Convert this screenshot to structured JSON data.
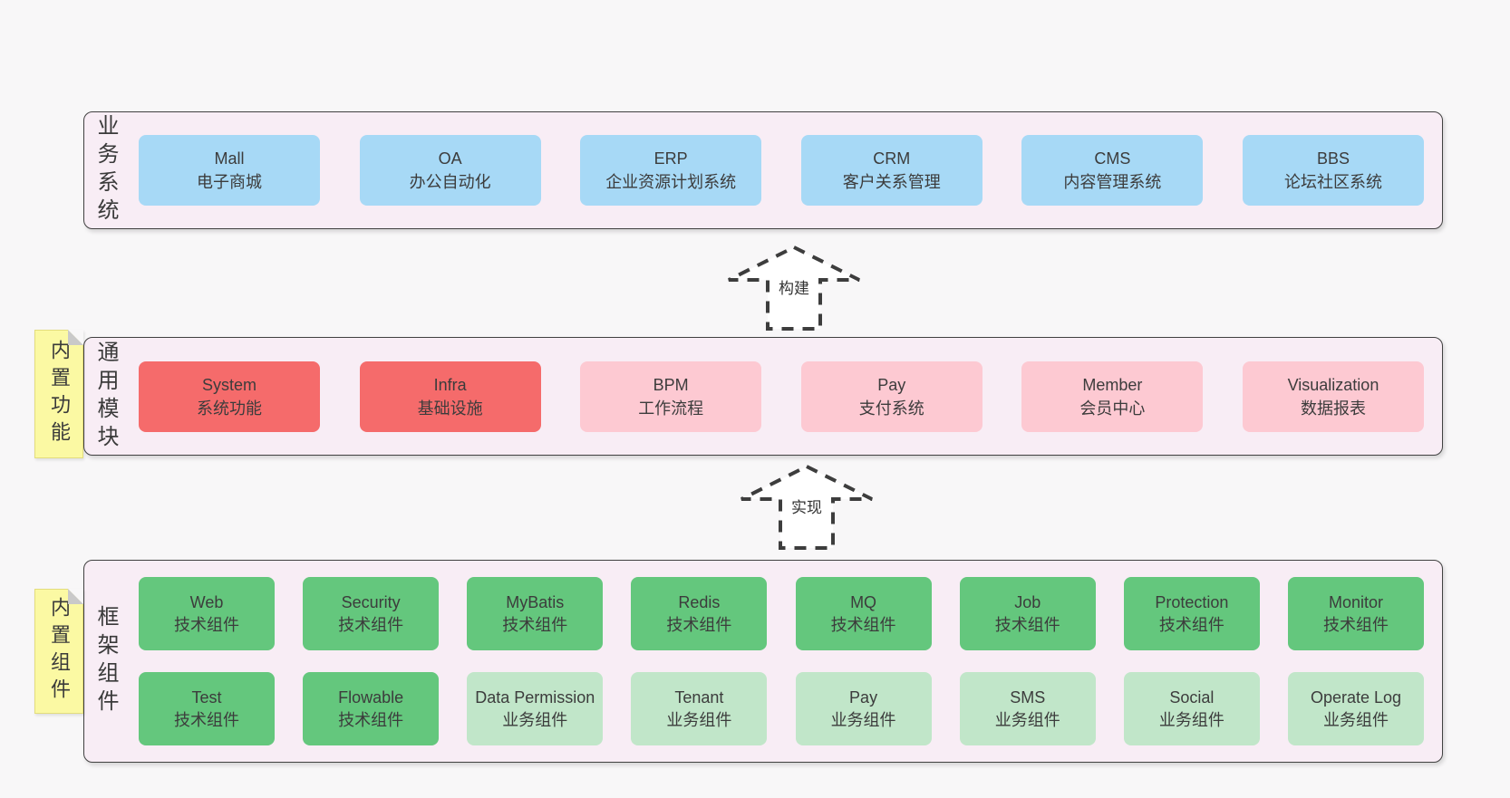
{
  "bands": {
    "business": {
      "label": "业务系统",
      "boxes": [
        {
          "name": "Mall",
          "desc": "电子商城"
        },
        {
          "name": "OA",
          "desc": "办公自动化"
        },
        {
          "name": "ERP",
          "desc": "企业资源计划系统"
        },
        {
          "name": "CRM",
          "desc": "客户关系管理"
        },
        {
          "name": "CMS",
          "desc": "内容管理系统"
        },
        {
          "name": "BBS",
          "desc": "论坛社区系统"
        }
      ]
    },
    "common": {
      "label": "通用模块",
      "sticky": "内置功能",
      "boxes": [
        {
          "name": "System",
          "desc": "系统功能"
        },
        {
          "name": "Infra",
          "desc": "基础设施"
        },
        {
          "name": "BPM",
          "desc": "工作流程"
        },
        {
          "name": "Pay",
          "desc": "支付系统"
        },
        {
          "name": "Member",
          "desc": "会员中心"
        },
        {
          "name": "Visualization",
          "desc": "数据报表"
        }
      ]
    },
    "framework": {
      "label": "框架组件",
      "sticky": "内置组件",
      "rows": [
        [
          {
            "name": "Web",
            "desc": "技术组件"
          },
          {
            "name": "Security",
            "desc": "技术组件"
          },
          {
            "name": "MyBatis",
            "desc": "技术组件"
          },
          {
            "name": "Redis",
            "desc": "技术组件"
          },
          {
            "name": "MQ",
            "desc": "技术组件"
          },
          {
            "name": "Job",
            "desc": "技术组件"
          },
          {
            "name": "Protection",
            "desc": "技术组件"
          },
          {
            "name": "Monitor",
            "desc": "技术组件"
          }
        ],
        [
          {
            "name": "Test",
            "desc": "技术组件"
          },
          {
            "name": "Flowable",
            "desc": "技术组件"
          },
          {
            "name": "Data Permission",
            "desc": "业务组件"
          },
          {
            "name": "Tenant",
            "desc": "业务组件"
          },
          {
            "name": "Pay",
            "desc": "业务组件"
          },
          {
            "name": "SMS",
            "desc": "业务组件"
          },
          {
            "name": "Social",
            "desc": "业务组件"
          },
          {
            "name": "Operate Log",
            "desc": "业务组件"
          }
        ]
      ]
    }
  },
  "arrows": {
    "build": {
      "label": "构建"
    },
    "implement": {
      "label": "实现"
    }
  },
  "colors": {
    "page_bg": "#f8f7f8",
    "band_bg": "#f8edf5",
    "band_border": "#414141",
    "blue_box": "#a7d9f6",
    "red_box": "#f56b6b",
    "pink_box": "#fdc9d2",
    "green_box": "#64c77d",
    "light_green_box": "#c1e6c9",
    "sticky_bg": "#fbf9a3",
    "sticky_fold": "#c9c9c9"
  }
}
